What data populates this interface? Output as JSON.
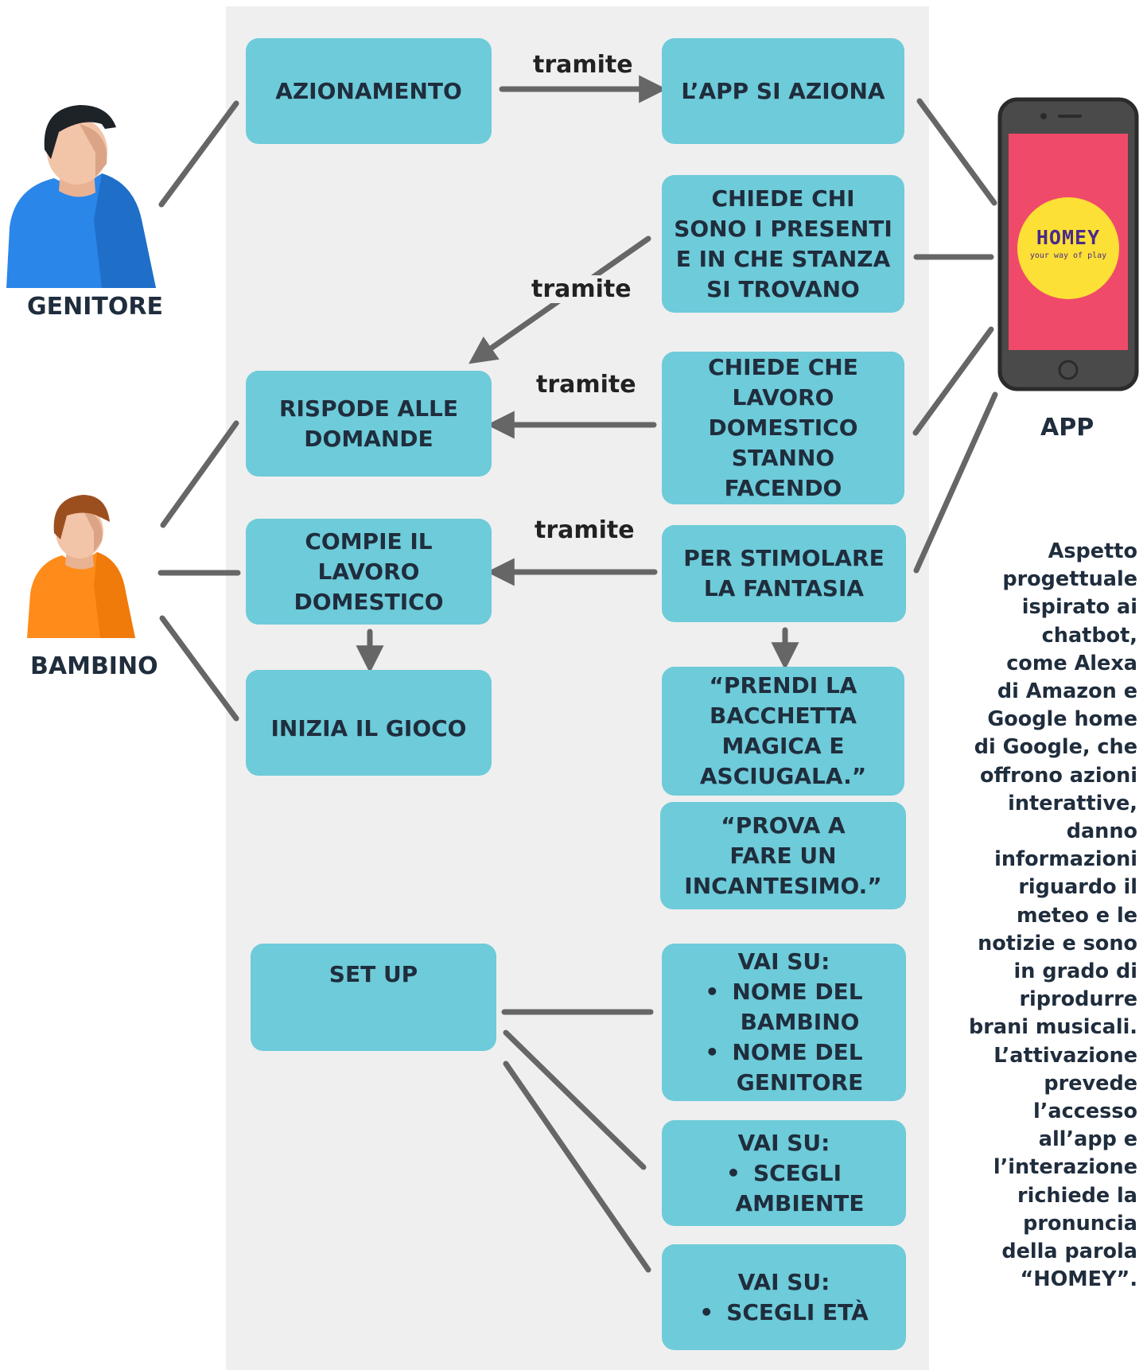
{
  "actors": {
    "genitore": "GENITORE",
    "bambino": "BAMBINO",
    "app": "APP"
  },
  "app_logo": {
    "name": "HOMEY",
    "tagline": "your way of play"
  },
  "connector_word": "tramite",
  "boxes": {
    "azionamento": [
      "AZIONAMENTO"
    ],
    "app_si_aziona": [
      "L’APP SI AZIONA"
    ],
    "chiede_presenti": [
      "CHIEDE CHI",
      "SONO I PRESENTI",
      "E IN CHE STANZA",
      "SI TROVANO"
    ],
    "risponde": [
      "RISPODE ALLE",
      "DOMANDE"
    ],
    "chiede_lavoro": [
      "CHIEDE CHE",
      "LAVORO",
      "DOMESTICO",
      "STANNO",
      "FACENDO"
    ],
    "compie": [
      "COMPIE IL",
      "LAVORO",
      "DOMESTICO"
    ],
    "stimolare": [
      "PER STIMOLARE",
      "LA FANTASIA"
    ],
    "inizia": [
      "INIZIA IL GIOCO"
    ],
    "bacchetta": [
      "“PRENDI LA",
      "BACCHETTA",
      "MAGICA E",
      "ASCIUGALA.”"
    ],
    "incantesimo": [
      "“PROVA A",
      "FARE UN",
      "INCANTESIMO.”"
    ],
    "setup": [
      "SET UP"
    ],
    "vai_nomi": {
      "title": "VAI SU:",
      "bullets": [
        [
          "NOME DEL",
          "BAMBINO"
        ],
        [
          "NOME DEL",
          "GENITORE"
        ]
      ]
    },
    "vai_ambiente": {
      "title": "VAI SU:",
      "bullets": [
        [
          "SCEGLI",
          "AMBIENTE"
        ]
      ]
    },
    "vai_eta": {
      "title": "VAI SU:",
      "bullets": [
        [
          "SCEGLI ETÀ"
        ]
      ]
    }
  },
  "side_note": [
    "Aspetto",
    "progettuale",
    "ispirato ai",
    "chatbot,",
    "come Alexa",
    "di Amazon e",
    "Google home",
    "di Google, che",
    "offrono azioni",
    "interattive,",
    "danno",
    "informazioni",
    "riguardo il",
    "meteo e le",
    "notizie e sono",
    "in grado di",
    "riprodurre",
    "brani musicali.",
    "L’attivazione",
    "prevede",
    "l’accesso",
    "all’app e",
    "l’interazione",
    "richiede la",
    "pronuncia",
    "della parola",
    "“HOMEY”."
  ],
  "colors": {
    "box": "#6ecbd9",
    "panel": "#efefef",
    "line": "#666666",
    "phone_screen": "#f04a6a",
    "logo_circle": "#fde035",
    "genitore_shirt": "#2a86e8",
    "bambino_shirt": "#ff8c1a"
  }
}
